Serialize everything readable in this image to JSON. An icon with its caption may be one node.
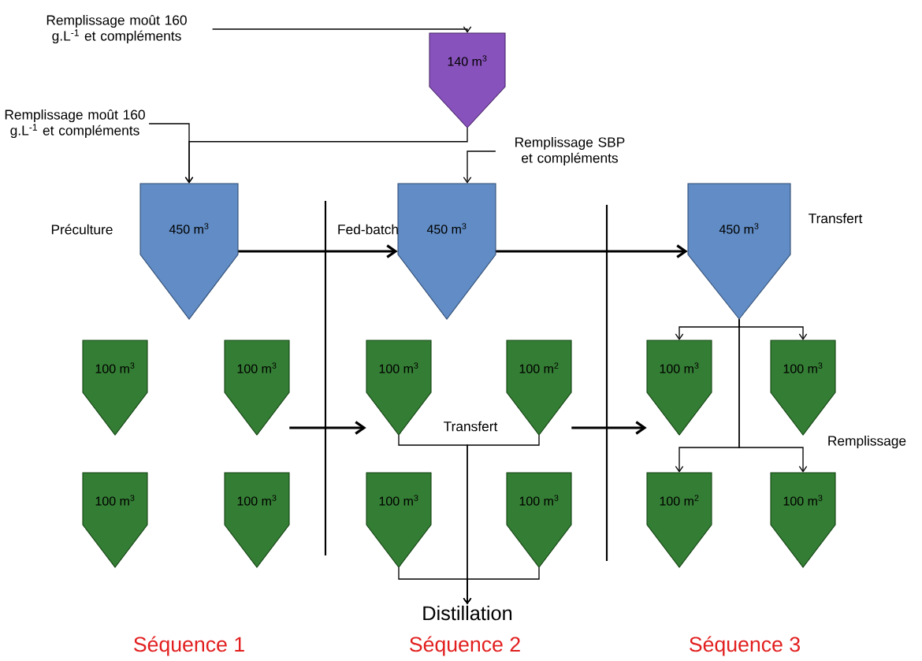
{
  "diagram": {
    "nodes": [
      {
        "text": [
          "Remplissage moût 160 g.L$^{-1}$ et compléments"
        ]
      },
      {
        "text": [
          "140 m$^{3}$"
        ]
      },
      {
        "text": [
          "Remplissage moût 160 g.L$^{-1}$ et compléments"
        ]
      },
      {
        "text": [
          "450 m$^{3}$"
        ],
        "beside": [
          "Préculture"
        ]
      },
      {
        "text": [
          "Remplissage SBP et compléments"
        ]
      },
      {
        "text": [
          "450 m$^{3}$"
        ],
        "beside": [
          "Fed-batch"
        ]
      },
      {
        "text": [
          "450 m$^{3}$"
        ],
        "beside": [
          "Transfert"
        ]
      },
      {
        "text": [
          "100 m$^{3}$"
        ]
      },
      {
        "text": [
          "100 m$^{3}$"
        ]
      },
      {
        "text": [
          "100 m$^{3}$"
        ]
      },
      {
        "text": [
          "100 m$^{2}$"
        ]
      },
      {
        "text": [
          "100 m$^{3}$"
        ]
      },
      {
        "text": [
          "100 m$^{3}$"
        ]
      },
      {
        "text": [
          "100 m$^{3}$"
        ]
      },
      {
        "text": [
          "100 m$^{3}$"
        ]
      },
      {
        "text": [
          "100 m$^{3}$"
        ]
      },
      {
        "text": [
          "100 m$^{3}$"
        ]
      },
      {
        "text": [
          "100 m$^{2}$"
        ]
      },
      {
        "text": [
          "100 m$^{3}$"
        ]
      },
      {
        "text": [
          "Distillation"
        ]
      }
    ],
    "edges": [
      {
        "from": 0,
        "to": 1,
        "arrow": "to"
      },
      {
        "from": 1,
        "to": 3,
        "arrow": "to"
      },
      {
        "from": 2,
        "to": 3,
        "arrow": "to"
      },
      {
        "from": 4,
        "to": 5,
        "arrow": "to"
      },
      {
        "from": 3,
        "to": 5,
        "arrow": "to",
        "style": "thick"
      },
      {
        "from": 5,
        "to": 6,
        "arrow": "to",
        "style": "thick"
      },
      {
        "from": 8,
        "to": 9,
        "arrow": "to",
        "style": "thick"
      },
      {
        "from": 10,
        "to": 11,
        "arrow": "to",
        "style": "thick"
      },
      {
        "from": 9,
        "to": 19,
        "arrow": "to",
        "label": "Transfert"
      },
      {
        "from": 10,
        "to": 19,
        "arrow": "to"
      },
      {
        "from": 15,
        "to": 19,
        "arrow": "to"
      },
      {
        "from": 16,
        "to": 19,
        "arrow": "to"
      },
      {
        "from": 6,
        "to": 11,
        "arrow": "to"
      },
      {
        "from": 6,
        "to": 12,
        "arrow": "to"
      },
      {
        "from": 6,
        "to": 17,
        "arrow": "to"
      },
      {
        "from": 6,
        "to": 18,
        "arrow": "to"
      }
    ],
    "labels": [
      "Remplissage",
      "Séquence 1",
      "Séquence 2",
      "Séquence 3"
    ]
  }
}
